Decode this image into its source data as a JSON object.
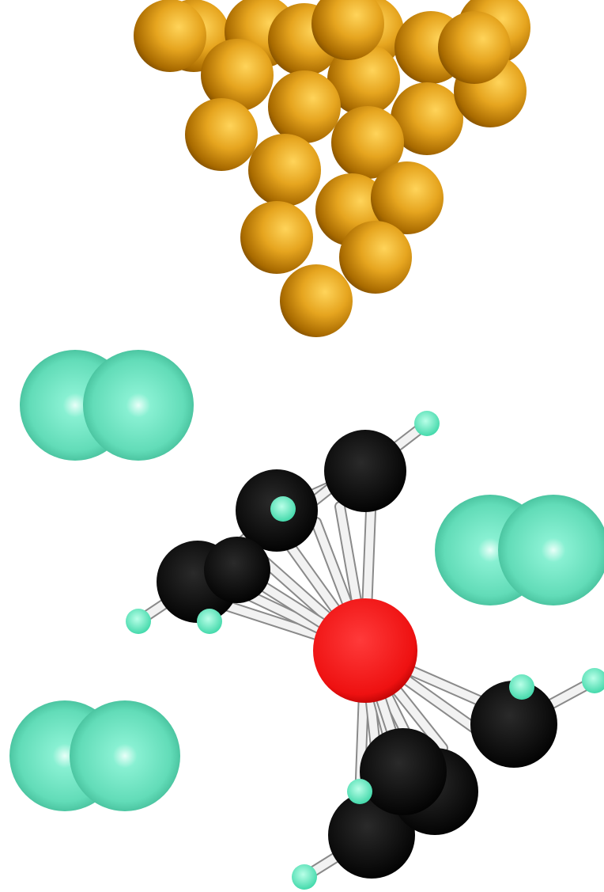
{
  "scene": {
    "description_visible_text": "",
    "colors": {
      "background": "#ffffff",
      "gold_atom": "#e0a020",
      "gold_atom_shadow": "#8a5a00",
      "halogen_molecule": "#6fe0bf",
      "carbon_atom": "#0d0d0d",
      "hydrogen_atom": "#5de0b8",
      "metal_center": "#f01010",
      "bond": "#f2f2f2"
    },
    "components": {
      "gold_cluster_atoms": 22,
      "diatomic_molecules": 3,
      "carbon_atoms": 8,
      "hydrogen_atoms": 8,
      "metal_centers": 1
    }
  }
}
